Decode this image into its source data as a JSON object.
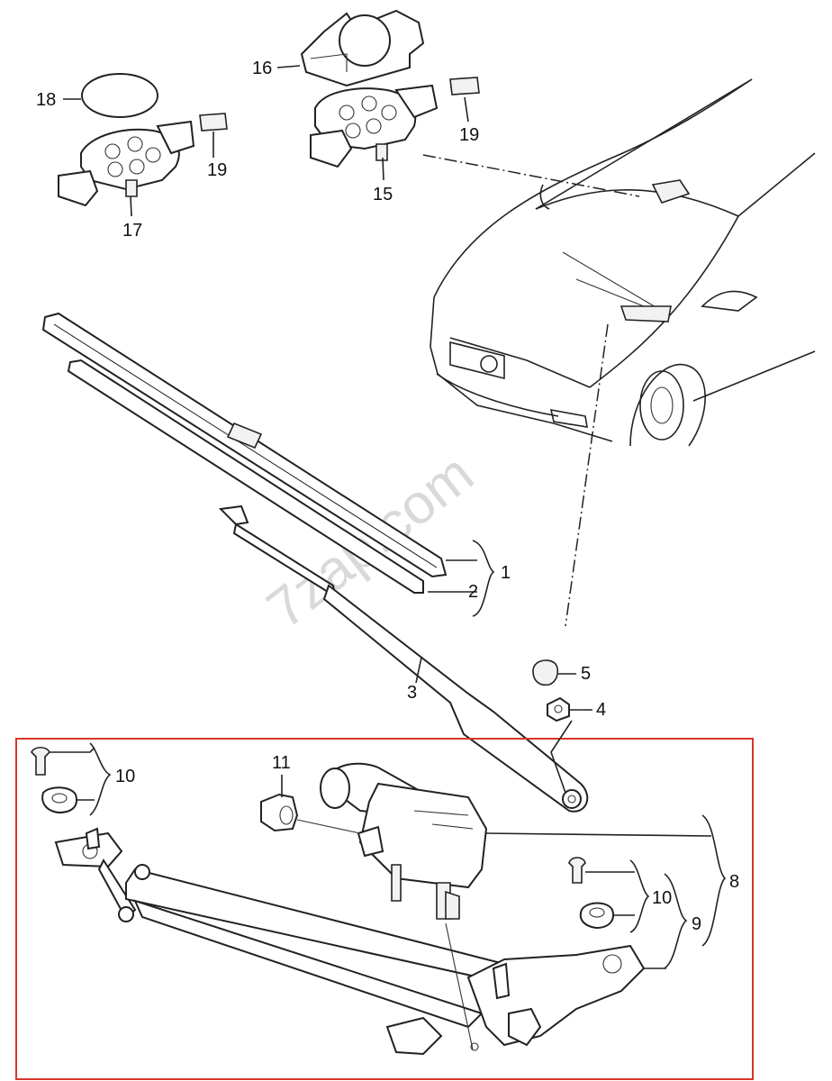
{
  "watermark": "7zap.com",
  "labels": [
    {
      "id": "lbl-1",
      "text": "1"
    },
    {
      "id": "lbl-2",
      "text": "2"
    },
    {
      "id": "lbl-3",
      "text": "3"
    },
    {
      "id": "lbl-4",
      "text": "4"
    },
    {
      "id": "lbl-5",
      "text": "5"
    },
    {
      "id": "lbl-8",
      "text": "8"
    },
    {
      "id": "lbl-9",
      "text": "9"
    },
    {
      "id": "lbl-10a",
      "text": "10"
    },
    {
      "id": "lbl-10b",
      "text": "10"
    },
    {
      "id": "lbl-11",
      "text": "11"
    },
    {
      "id": "lbl-15",
      "text": "15"
    },
    {
      "id": "lbl-16",
      "text": "16"
    },
    {
      "id": "lbl-17",
      "text": "17"
    },
    {
      "id": "lbl-18",
      "text": "18"
    },
    {
      "id": "lbl-19a",
      "text": "19"
    },
    {
      "id": "lbl-19b",
      "text": "19"
    }
  ],
  "colors": {
    "highlight_frame": "#d9342b",
    "line": "#222222",
    "watermark": "#d9d9d9"
  }
}
